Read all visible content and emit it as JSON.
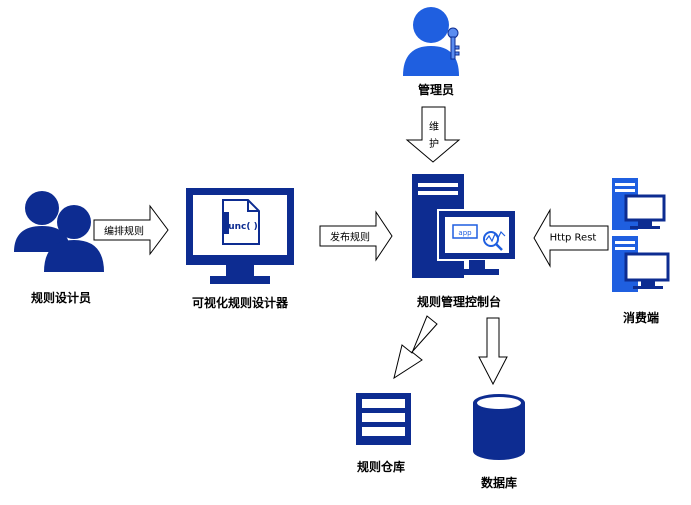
{
  "nodes": {
    "rule_designer": "规则设计员",
    "visual_designer": "可视化规则设计器",
    "console": "规则管理控制台",
    "admin": "管理员",
    "consumer": "消费端",
    "rule_repo": "规则仓库",
    "database": "数据库"
  },
  "edges": {
    "orchestrate": "编排规则",
    "publish": "发布规则",
    "maintain_1": "维",
    "maintain_2": "护",
    "http_rest": "Http Rest"
  },
  "icon_text": {
    "func": "func( )",
    "app": "app"
  },
  "colors": {
    "primary": "#0d2c91",
    "accent": "#1f5fe0",
    "stroke": "#000000",
    "fill_white": "#ffffff"
  }
}
